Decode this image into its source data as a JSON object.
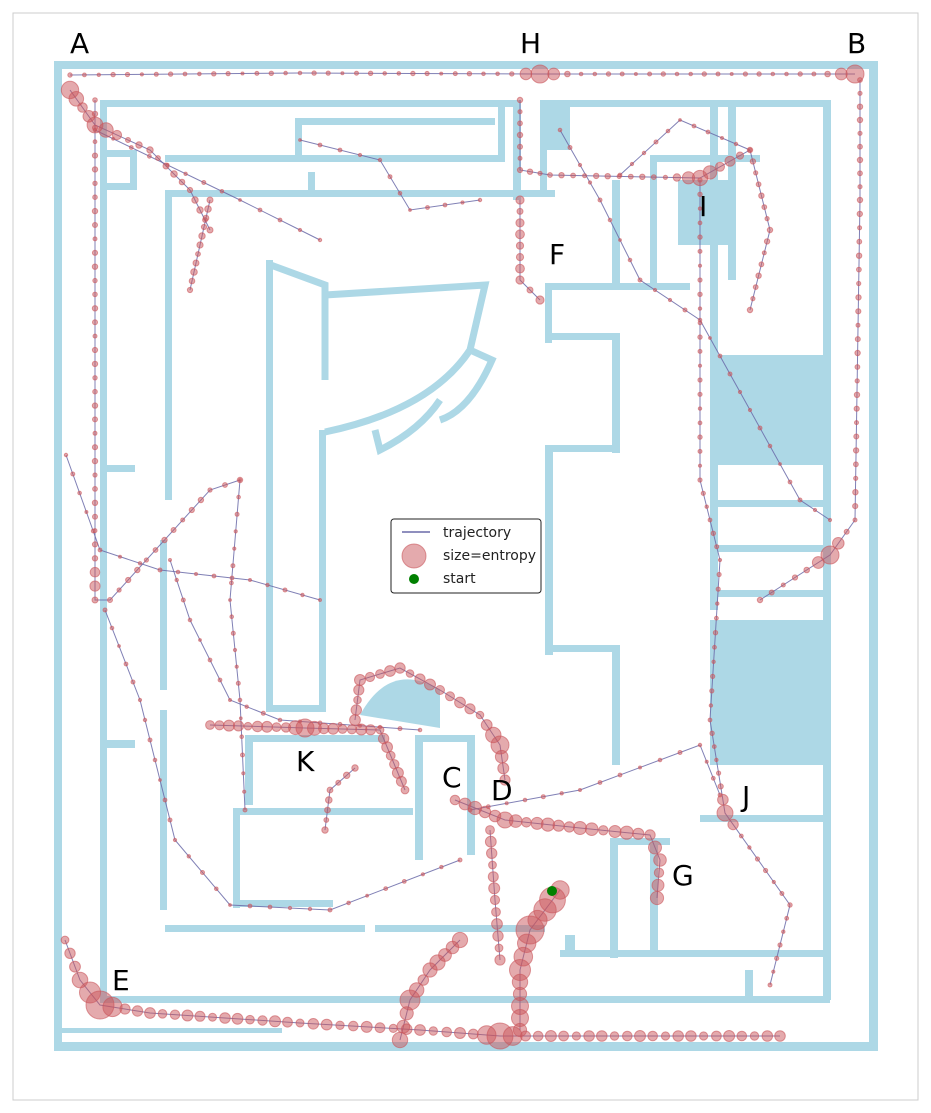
{
  "labels": [
    "A",
    "H",
    "B",
    "I",
    "F",
    "K",
    "C",
    "D",
    "J",
    "G",
    "E"
  ],
  "legend": {
    "trajectory": "trajectory",
    "entropy": "size=entropy",
    "start": "start"
  },
  "colors": {
    "walls": "#add8e6",
    "trajectory": "#6a6aa8",
    "points": "#c9565c",
    "start": "#008000"
  }
}
